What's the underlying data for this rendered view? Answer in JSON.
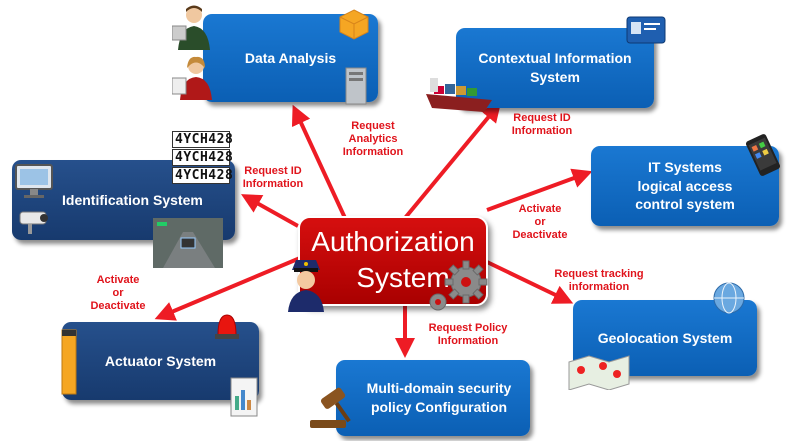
{
  "center": {
    "line1": "Authorization",
    "line2": "System"
  },
  "nodes": {
    "data_analysis": "Data Analysis",
    "contextual": "Contextual Information System",
    "identification": "Identification System",
    "it_systems": "IT Systems\nlogical access\ncontrol system",
    "actuator": "Actuator System",
    "geolocation": "Geolocation System",
    "policy": "Multi-domain security\npolicy Configuration"
  },
  "labels": {
    "analytics": "Request\nAnalytics\nInformation",
    "id_context": "Request ID\nInformation",
    "id_ident": "Request ID\nInformation",
    "activate_it": "Activate\nor\nDeactivate",
    "activate_act": "Activate\nor\nDeactivate",
    "tracking": "Request tracking\ninformation",
    "policy": "Request Policy\nInformation"
  },
  "plates": [
    "4YCH428",
    "4YCH428",
    "4YCH428"
  ],
  "colors": {
    "accent_red": "#e0141c",
    "center_red": "#c40a0a",
    "box_blue": "#0b6bc9",
    "box_navy": "#1f4a86"
  }
}
